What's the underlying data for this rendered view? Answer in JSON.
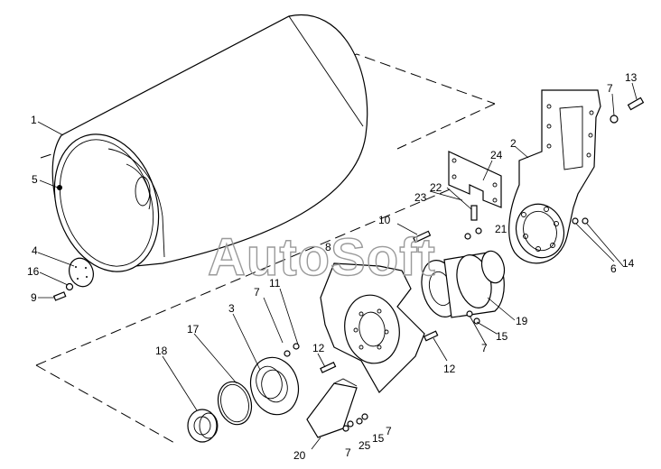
{
  "watermark": "AutoSoft",
  "callouts": {
    "c1": "1",
    "c2": "2",
    "c3": "3",
    "c4": "4",
    "c5": "5",
    "c6": "6",
    "c7a": "7",
    "c7b": "7",
    "c7c": "7",
    "c7d": "7",
    "c7e": "7",
    "c8": "8",
    "c9": "9",
    "c10": "10",
    "c11": "11",
    "c12a": "12",
    "c12b": "12",
    "c13": "13",
    "c14": "14",
    "c15a": "15",
    "c15b": "15",
    "c16": "16",
    "c17": "17",
    "c18": "18",
    "c19": "19",
    "c20": "20",
    "c21": "21",
    "c22": "22",
    "c23": "23",
    "c24": "24",
    "c25": "25"
  }
}
